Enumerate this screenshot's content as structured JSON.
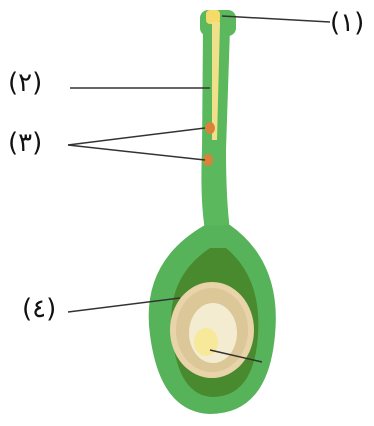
{
  "labels": {
    "one": "(١)",
    "two": "(٢)",
    "three": "(٣)",
    "four": "(٤)"
  },
  "colors": {
    "stalk_green": "#5cb85c",
    "inner_green": "#3e8f3c",
    "capsule_outer": "#57b35a",
    "capsule_inner_dark": "#4a8a2e",
    "style_yellow": "#f1e08a",
    "stigma_yellow": "#f5dc6a",
    "ovule_orange": "#d9823a",
    "embryo_sac": "#f3ecd0",
    "pointer_line": "#333333"
  }
}
